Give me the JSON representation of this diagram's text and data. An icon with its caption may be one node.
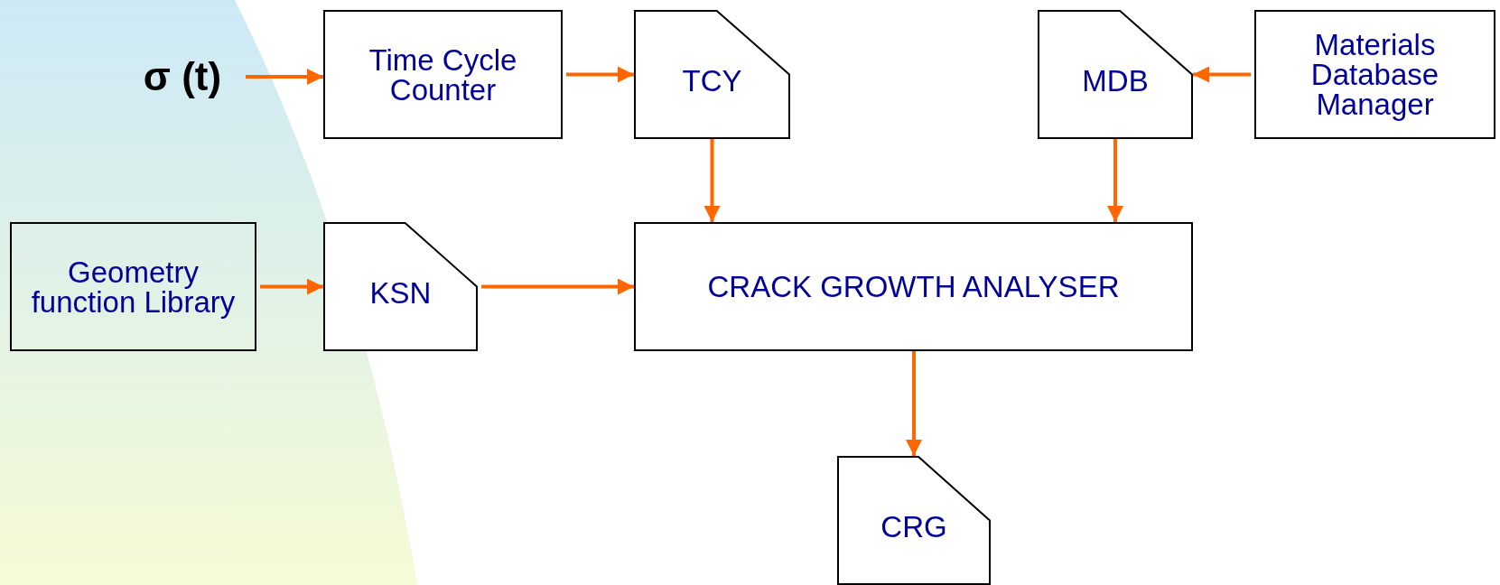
{
  "diagram": {
    "nodes": [
      {
        "text": [
          "σ (t)"
        ]
      },
      {
        "text": [
          "Time Cycle Counter"
        ]
      },
      {
        "text": [
          "TCY"
        ]
      },
      {
        "text": [
          "MDB"
        ]
      },
      {
        "text": [
          "Materials Database Manager"
        ]
      },
      {
        "text": [
          "Geometry function Library"
        ]
      },
      {
        "text": [
          "KSN"
        ]
      },
      {
        "text": [
          "CRACK GROWTH ANALYSER"
        ]
      },
      {
        "text": [
          "CRG"
        ]
      }
    ],
    "edges": [
      {
        "from": 0,
        "to": 1,
        "arrow": "to"
      },
      {
        "from": 1,
        "to": 2,
        "arrow": "to"
      },
      {
        "from": 2,
        "to": 7,
        "arrow": "to"
      },
      {
        "from": 3,
        "to": 7,
        "arrow": "to"
      },
      {
        "from": 4,
        "to": 3,
        "arrow": "to"
      },
      {
        "from": 5,
        "to": 6,
        "arrow": "to"
      },
      {
        "from": 6,
        "to": 7,
        "arrow": "to"
      },
      {
        "from": 7,
        "to": 8,
        "arrow": "to"
      }
    ]
  }
}
